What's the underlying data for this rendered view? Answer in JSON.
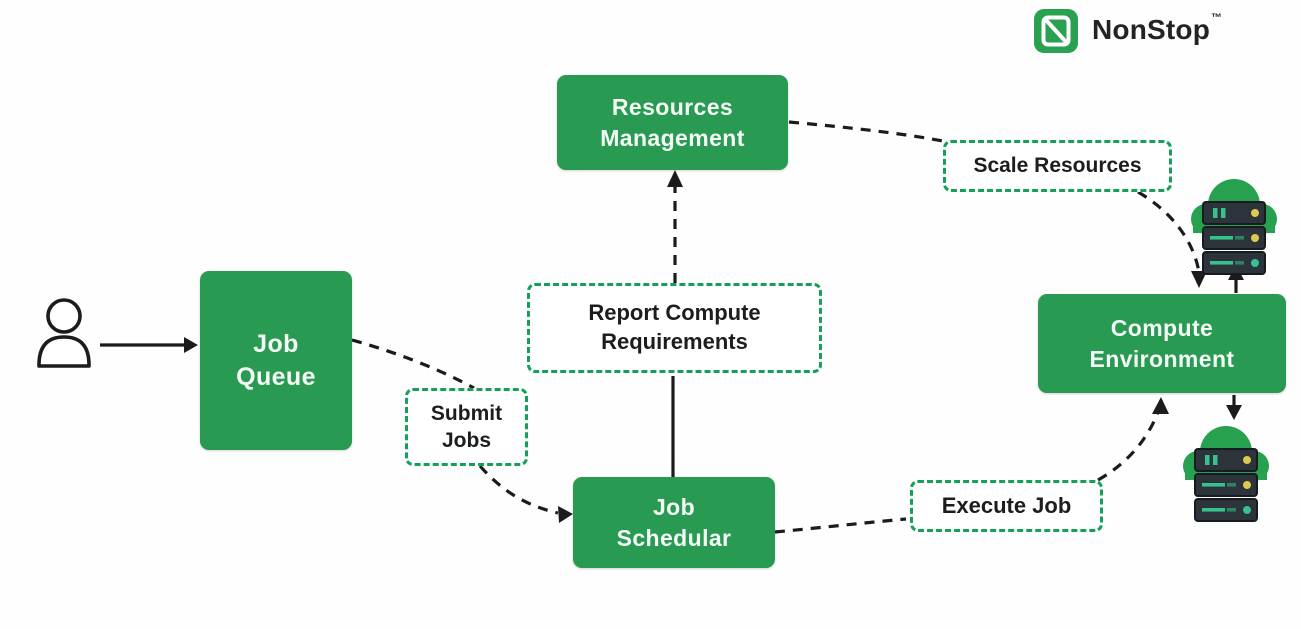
{
  "colors": {
    "node_green": "#299a52",
    "dashed_border_green": "#14a057",
    "connector_black": "#1b1b1b",
    "label_text_dark": "#1d1d1d",
    "node_text_white": "#f4fbf6",
    "server_body_dark": "#2c333a",
    "indicator_yellow": "#ddc94f",
    "indicator_teal": "#35c28d"
  },
  "logo": {
    "text": "NonStop",
    "trademark": "™",
    "letter": "N"
  },
  "nodes": {
    "job_queue": {
      "label": "Job\nQueue",
      "type": "solid"
    },
    "resources_management": {
      "label": "Resources\nManagement",
      "type": "solid"
    },
    "job_scheduler": {
      "label": "Job\nSchedular",
      "type": "solid"
    },
    "compute_environment": {
      "label": "Compute\nEnvironment",
      "type": "solid"
    },
    "submit_jobs": {
      "label": "Submit\nJobs",
      "type": "dashed"
    },
    "report_compute_requirements": {
      "label": "Report Compute\nRequirements",
      "type": "dashed"
    },
    "scale_resources": {
      "label": "Scale Resources",
      "type": "dashed"
    },
    "execute_job": {
      "label": "Execute Job",
      "type": "dashed"
    }
  },
  "edges": [
    {
      "from": "user",
      "to": "job_queue",
      "style": "solid-arrow"
    },
    {
      "from": "job_queue",
      "to": "job_scheduler",
      "via": "submit_jobs",
      "style": "dashed-arrow"
    },
    {
      "from": "job_scheduler",
      "to": "report_compute_requirements",
      "style": "solid-line"
    },
    {
      "from": "report_compute_requirements",
      "to": "resources_management",
      "style": "dashed-arrow"
    },
    {
      "from": "resources_management",
      "to": "scale_resources",
      "style": "dashed-line"
    },
    {
      "from": "scale_resources",
      "to": "compute_environment",
      "style": "dashed-arrow"
    },
    {
      "from": "job_scheduler",
      "to": "execute_job",
      "style": "dashed-line"
    },
    {
      "from": "execute_job",
      "to": "compute_environment",
      "style": "dashed-arrow"
    },
    {
      "from": "compute_environment",
      "to": "cloud_servers_top",
      "style": "solid-arrow-up"
    },
    {
      "from": "compute_environment",
      "to": "cloud_servers_bottom",
      "style": "solid-arrow-down"
    }
  ],
  "icons": [
    "user-icon",
    "nonstop-logo-icon",
    "cloud-servers-icon"
  ]
}
